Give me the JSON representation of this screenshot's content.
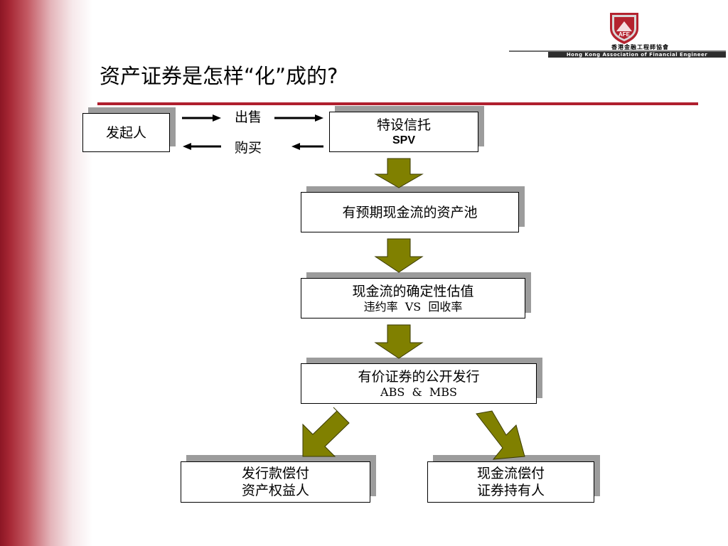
{
  "title": "资产证券是怎样“化”成的?",
  "logo": {
    "emblem_text": "AFE",
    "org_name_cn": "香港金融工程師協會",
    "org_name_en": "Hong Kong Association of Financial Engineer"
  },
  "flow": {
    "originator": "发起人",
    "sell_label": "出售",
    "buy_label": "购买",
    "spv_line1": "特设信托",
    "spv_line2": "SPV",
    "asset_pool": "有预期现金流的资产池",
    "certainty_line1": "现金流的确定性估值",
    "certainty_line2": "违约率  VS  回收率",
    "issuance_line1": "有价证券的公开发行",
    "issuance_line2": "ABS  &  MBS",
    "left_out_line1": "发行款偿付",
    "left_out_line2": "资产权益人",
    "right_out_line1": "现金流偿付",
    "right_out_line2": "证券持有人"
  },
  "colors": {
    "accent_red": "#b01f2e",
    "arrow_olive": "#808000",
    "shadow_gray": "#9c9c9c"
  }
}
